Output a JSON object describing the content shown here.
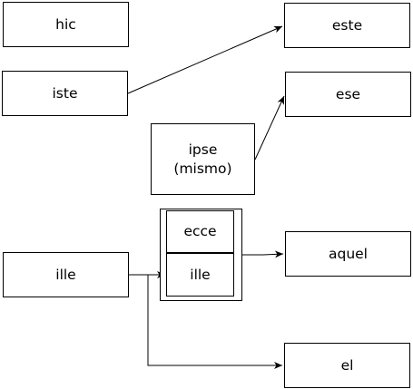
{
  "nodes": {
    "hic": "hic",
    "iste": "iste",
    "este": "este",
    "ese": "ese",
    "ipse": "ipse\n(mismo)",
    "ille": "ille",
    "ecce": "ecce",
    "ille_group": "ille",
    "aquel": "aquel",
    "el": "el"
  },
  "edges": [
    {
      "from": "iste",
      "to": "este"
    },
    {
      "from": "ipse",
      "to": "ese"
    },
    {
      "from": "ille",
      "to": "ecce ille"
    },
    {
      "from": "ecce ille",
      "to": "aquel"
    },
    {
      "from": "ille",
      "to": "el"
    }
  ],
  "colors": {
    "stroke": "#000000",
    "fill": "#ffffff"
  }
}
